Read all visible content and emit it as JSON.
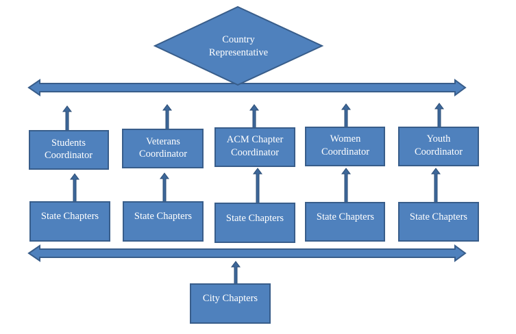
{
  "top_node": {
    "line1": "Country",
    "line2": "Representative"
  },
  "coordinators": [
    {
      "line1": "Students",
      "line2": "Coordinator"
    },
    {
      "line1": "Veterans",
      "line2": "Coordinator"
    },
    {
      "line1": "ACM Chapter",
      "line2": "Coordinator"
    },
    {
      "line1": "Women",
      "line2": "Coordinator"
    },
    {
      "line1": "Youth",
      "line2": "Coordinator"
    }
  ],
  "state_chapters": [
    {
      "label": "State Chapters"
    },
    {
      "label": "State Chapters"
    },
    {
      "label": "State Chapters"
    },
    {
      "label": "State Chapters"
    },
    {
      "label": "State Chapters"
    }
  ],
  "bottom_node": {
    "label": "City Chapters"
  },
  "colors": {
    "fill": "#4f81bd",
    "stroke": "#385d8a",
    "text": "#ffffff"
  }
}
